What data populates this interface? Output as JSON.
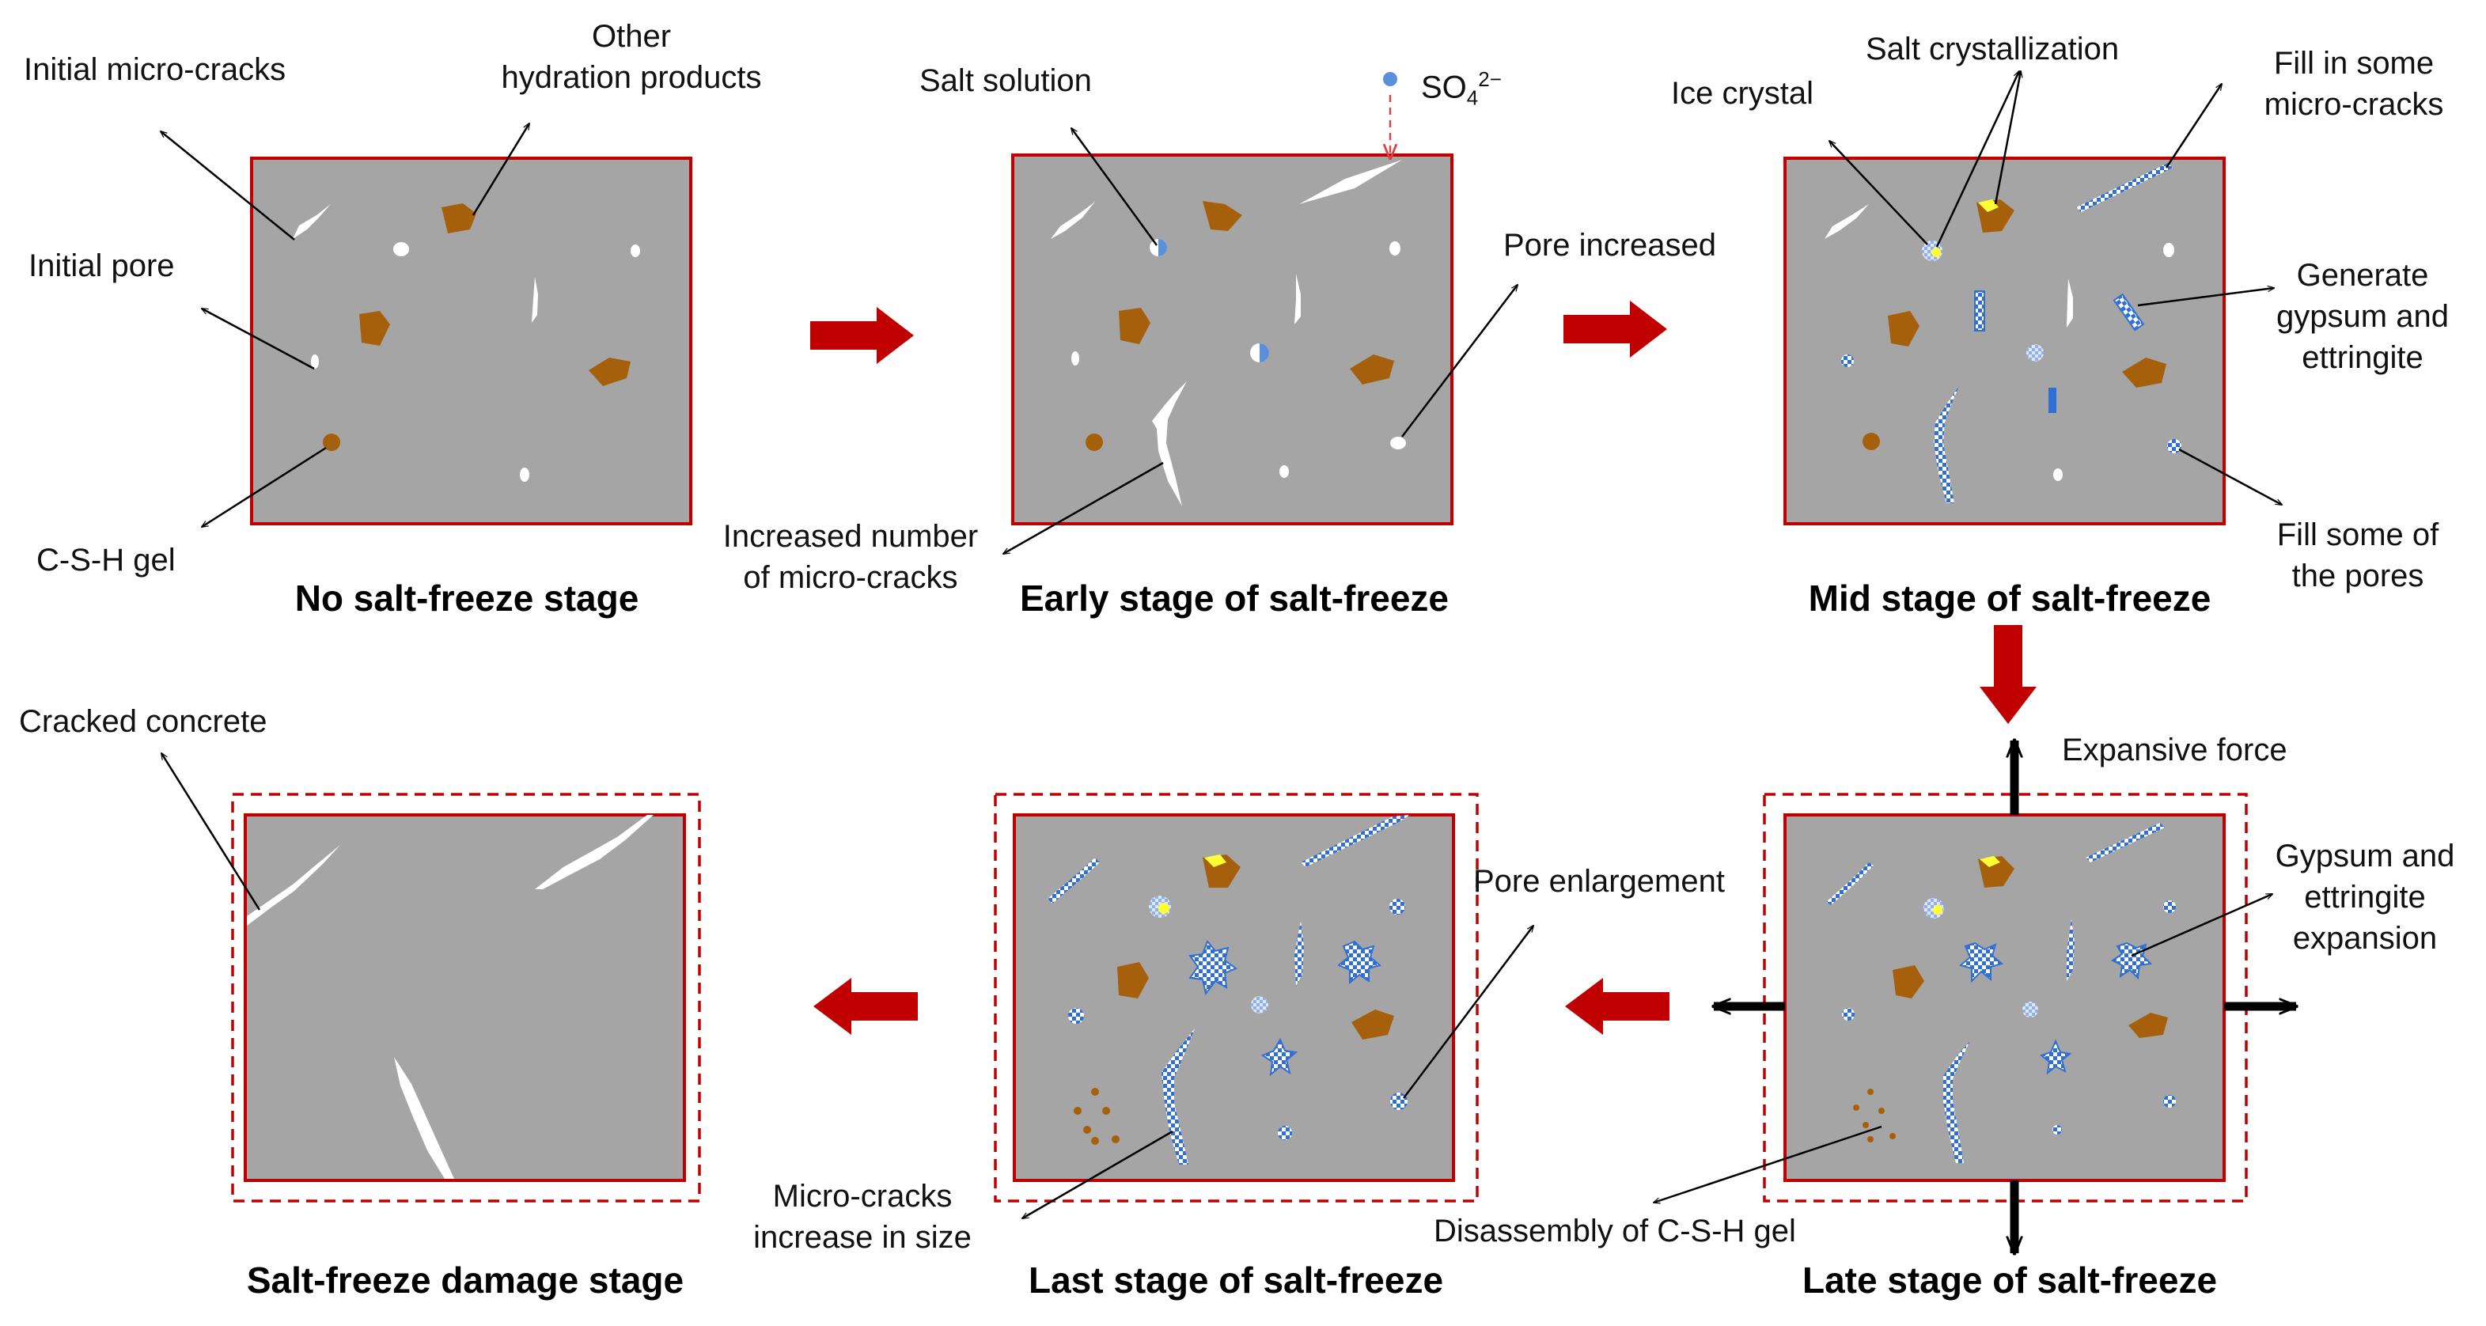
{
  "stages": {
    "s1": "No salt-freeze stage",
    "s2": "Early stage of salt-freeze",
    "s3": "Mid stage of salt-freeze",
    "s4": "Late stage of salt-freeze",
    "s5": "Last stage of salt-freeze",
    "s6": "Salt-freeze damage stage"
  },
  "labels": {
    "initial_micro_cracks": "Initial micro-cracks",
    "other_hydration_1": "Other",
    "other_hydration_2": "hydration products",
    "initial_pore": "Initial pore",
    "csh_gel": "C-S-H gel",
    "salt_solution": "Salt solution",
    "sulfate_base": "SO",
    "sulfate_sub": "4",
    "sulfate_sup": "2−",
    "increased_cracks_1": "Increased number",
    "increased_cracks_2": "of micro-cracks",
    "pore_increased": "Pore increased",
    "ice_crystal": "Ice crystal",
    "salt_crystallization": "Salt crystallization",
    "fill_cracks_1": "Fill in some",
    "fill_cracks_2": "micro-cracks",
    "generate_1": "Generate",
    "generate_2": "gypsum and",
    "generate_3": "ettringite",
    "fill_pores_1": "Fill some of",
    "fill_pores_2": "the pores",
    "expansive_force": "Expansive force",
    "gypsum_exp_1": "Gypsum and",
    "gypsum_exp_2": "ettringite",
    "gypsum_exp_3": "expansion",
    "pore_enlargement": "Pore enlargement",
    "disassembly": "Disassembly of C-S-H gel",
    "cracks_size_1": "Micro-cracks",
    "cracks_size_2": "increase in size",
    "cracked_concrete": "Cracked concrete"
  },
  "colors": {
    "concrete": "#a5a5a5",
    "border": "#c00000",
    "hydration": "#a65f0a",
    "ion": "#5b8fdc",
    "crystal": "#2f6fd6",
    "salt": "#ffff33",
    "arrow": "#c00000"
  }
}
